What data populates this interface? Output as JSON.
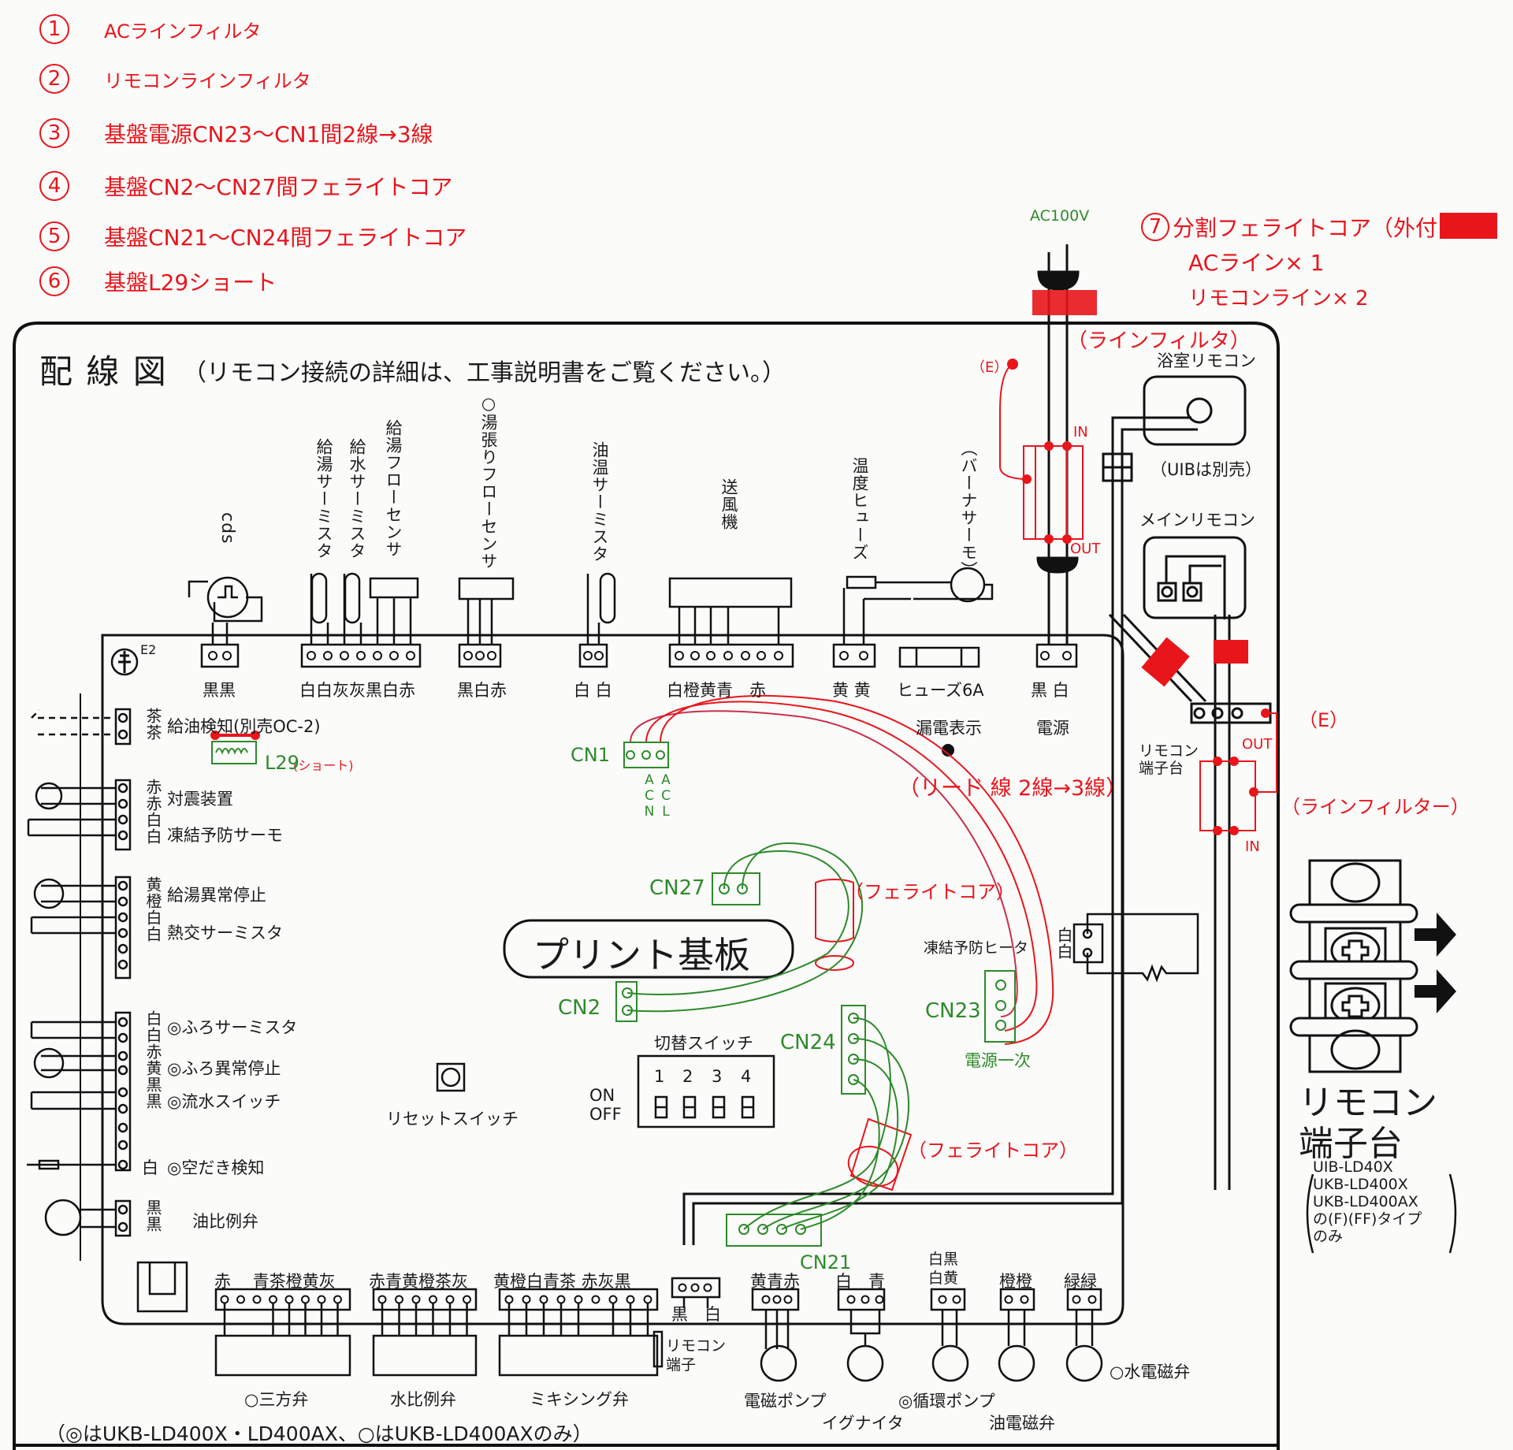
{
  "notes": [
    {
      "num": "1",
      "text": "ACラインフィルタ"
    },
    {
      "num": "2",
      "text": "リモコンラインフィルタ"
    },
    {
      "num": "3",
      "text": "基盤電源CN23〜CN1間2線→3線"
    },
    {
      "num": "4",
      "text": "基盤CN2〜CN27間フェライトコア"
    },
    {
      "num": "5",
      "text": "基盤CN21〜CN24間フェライトコア"
    },
    {
      "num": "6",
      "text": "基盤L29ショート"
    }
  ],
  "note7": {
    "num": "7",
    "text": "分割フェライトコア（外付け）",
    "lines": [
      "ACライン× 1",
      "リモコンライン× 2"
    ],
    "swatch_color": "#e8151b"
  },
  "ac_label": "AC100V",
  "diagram": {
    "title": "配 線 図",
    "subtitle": "（リモコン接続の詳細は、工事説明書をご覧ください。）",
    "top_components": [
      {
        "name": "cds",
        "label": "cds",
        "wires": "黒黒"
      },
      {
        "name": "hot-water-thermistor",
        "label": "給湯サーミスタ"
      },
      {
        "name": "water-thermistor",
        "label": "給水サーミスタ"
      },
      {
        "name": "hot-water-flow-sensor",
        "label": "給湯フローセンサ",
        "wires": "白白灰灰黒白赤"
      },
      {
        "name": "bath-fill-flow-sensor",
        "label": "○湯張りフローセンサ",
        "wires": "黒白赤"
      },
      {
        "name": "oil-temp-thermistor",
        "label": "油温サーミスタ",
        "wires": "白 白"
      },
      {
        "name": "blower",
        "label": "送風機",
        "wires": "白橙黄青　赤"
      },
      {
        "name": "temp-fuse",
        "label": "温度ヒューズ",
        "wires": "黄 黄"
      },
      {
        "name": "burner-thermo",
        "label": "（バーナサーモ）"
      },
      {
        "name": "fuse",
        "label": "ヒューズ6A"
      },
      {
        "name": "power",
        "label": "電源",
        "wires": "黒 白"
      }
    ],
    "e2_label": "E2",
    "left_groups": [
      {
        "wires": [
          "茶",
          "茶"
        ],
        "labels": [
          "給油検知(別売OC-2)"
        ]
      },
      {
        "wires": [
          "赤",
          "赤",
          "白",
          "白"
        ],
        "labels": [
          "対震装置",
          "凍結予防サーモ"
        ]
      },
      {
        "wires": [
          "黄",
          "橙",
          "白",
          "白"
        ],
        "labels": [
          "給湯異常停止",
          "熱交サーミスタ"
        ]
      },
      {
        "wires": [
          "白",
          "白",
          "赤",
          "黄",
          "黒",
          "黒"
        ],
        "labels": [
          "◎ふろサーミスタ",
          "◎ふろ異常停止",
          "◎流水スイッチ"
        ]
      },
      {
        "wires": [
          "白"
        ],
        "labels": [
          "◎空だき検知"
        ]
      },
      {
        "wires": [
          "黒",
          "黒"
        ],
        "labels": [
          "油比例弁"
        ]
      }
    ],
    "leak_indicator": "漏電表示",
    "board_label": "プリント基板",
    "reset_switch": "リセットスイッチ",
    "dip_switch": {
      "title": "切替スイッチ",
      "numbers": [
        "1",
        "2",
        "3",
        "4"
      ],
      "on": "ON",
      "off": "OFF"
    },
    "freeze_heater": {
      "label": "凍結予防ヒータ",
      "wires": "白白"
    },
    "remote_bath": "浴室リモコン",
    "uib_note": "（UIBは別売）",
    "remote_main": "メインリモコン",
    "remote_terminal_small": "リモコン端子台",
    "bottom_connectors": [
      {
        "wires": "赤　 青茶橙黄灰",
        "device": "○三方弁"
      },
      {
        "wires": "赤青黄橙茶灰",
        "device": "水比例弁"
      },
      {
        "wires": "黄橙白青茶 赤灰黒",
        "device": "ミキシング弁"
      },
      {
        "wires": "黒　白",
        "device": "リモコン端子"
      },
      {
        "wires": "黄青赤",
        "device": "電磁ポンプ"
      },
      {
        "wires": "白　青",
        "device": "イグナイタ"
      },
      {
        "wires": "白黒\n白黄",
        "device": "◎循環ポンプ"
      },
      {
        "wires": "橙橙",
        "device": "油電磁弁"
      },
      {
        "wires": "緑緑",
        "device": "○水電磁弁"
      }
    ],
    "footnote": "（◎はUKB-LD400X・LD400AX、○はUKB-LD400AXのみ）"
  },
  "terminal_block": {
    "title_line1": "リモコン",
    "title_line2": "端子台",
    "models": [
      "UIB-LD40X",
      "UKB-LD400X",
      "UKB-LD400AX",
      "の(F)(FF)タイプ",
      "のみ"
    ]
  },
  "annotations": {
    "line_filter": "（ラインフィルタ）",
    "line_filter_remote": "（ラインフィルター）",
    "earth": "（E）",
    "in": "IN",
    "out": "OUT",
    "lead_wire": "（リード 線 2線→3線）",
    "ferrite1": "（フェライトコア）",
    "ferrite2": "（フェライトコア）",
    "l29": "L29",
    "l29_short": "(ショート)",
    "cn1": "CN1",
    "cn1_pins": [
      "ACN",
      "ACL"
    ],
    "cn2": "CN2",
    "cn27": "CN27",
    "cn23": "CN23",
    "cn23_sub": "電源一次",
    "cn24": "CN24",
    "cn21": "CN21"
  }
}
